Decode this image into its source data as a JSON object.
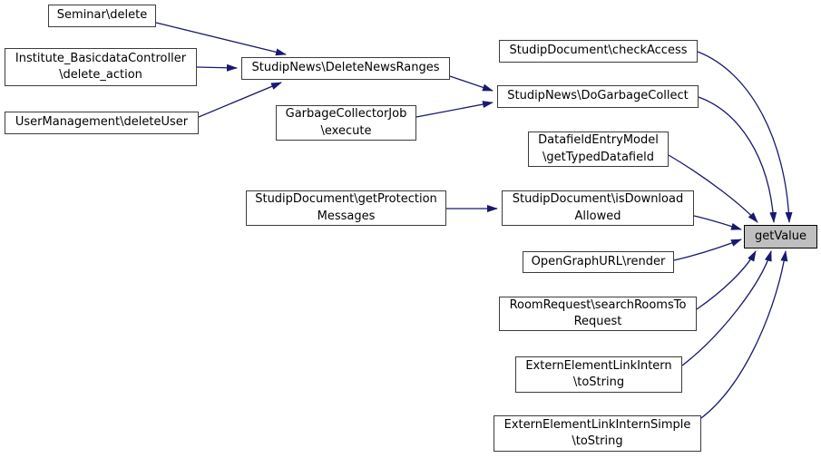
{
  "graph": {
    "type": "caller-graph",
    "focus_node": "getValue",
    "colors": {
      "edge": "#191970",
      "node_fill": "#ffffff",
      "node_border": "#3c3c3c",
      "focus_fill": "#bfbfbf",
      "focus_border": "#000000",
      "text": "#000000"
    },
    "nodes": [
      {
        "id": "seminar-delete",
        "lines": [
          "Seminar\\delete"
        ]
      },
      {
        "id": "institute-basicdatacontroller-delete-action",
        "lines": [
          "Institute_BasicdataController",
          "\\delete_action"
        ]
      },
      {
        "id": "usermanagement-deleteuser",
        "lines": [
          "UserManagement\\deleteUser"
        ]
      },
      {
        "id": "studipnews-deletenewsranges",
        "lines": [
          "StudipNews\\DeleteNewsRanges"
        ]
      },
      {
        "id": "garbagecollectorjob-execute",
        "lines": [
          "GarbageCollectorJob",
          "\\execute"
        ]
      },
      {
        "id": "studipdocument-checkaccess",
        "lines": [
          "StudipDocument\\checkAccess"
        ]
      },
      {
        "id": "studipnews-dogarbagecollect",
        "lines": [
          "StudipNews\\DoGarbageCollect"
        ]
      },
      {
        "id": "datafieldentrymodel-gettypeddatafield",
        "lines": [
          "DatafieldEntryModel",
          "\\getTypedDatafield"
        ]
      },
      {
        "id": "studipdocument-getprotectionmessages",
        "lines": [
          "StudipDocument\\getProtection",
          "Messages"
        ]
      },
      {
        "id": "studipdocument-isdownloadallowed",
        "lines": [
          "StudipDocument\\isDownload",
          "Allowed"
        ]
      },
      {
        "id": "opengraphurl-render",
        "lines": [
          "OpenGraphURL\\render"
        ]
      },
      {
        "id": "roomrequest-searchroomstorequest",
        "lines": [
          "RoomRequest\\searchRoomsTo",
          "Request"
        ]
      },
      {
        "id": "externelementlinkintern-tostring",
        "lines": [
          "ExternElementLinkIntern",
          "\\toString"
        ]
      },
      {
        "id": "externelementlinkinternsimple-tostring",
        "lines": [
          "ExternElementLinkInternSimple",
          "\\toString"
        ]
      },
      {
        "id": "getvalue",
        "lines": [
          "getValue"
        ]
      }
    ],
    "edges": [
      {
        "from": "seminar-delete",
        "to": "studipnews-deletenewsranges"
      },
      {
        "from": "institute-basicdatacontroller-delete-action",
        "to": "studipnews-deletenewsranges"
      },
      {
        "from": "usermanagement-deleteuser",
        "to": "studipnews-deletenewsranges"
      },
      {
        "from": "studipnews-deletenewsranges",
        "to": "studipnews-dogarbagecollect"
      },
      {
        "from": "garbagecollectorjob-execute",
        "to": "studipnews-dogarbagecollect"
      },
      {
        "from": "studipdocument-getprotectionmessages",
        "to": "studipdocument-isdownloadallowed"
      },
      {
        "from": "studipdocument-checkaccess",
        "to": "getvalue"
      },
      {
        "from": "studipnews-dogarbagecollect",
        "to": "getvalue"
      },
      {
        "from": "datafieldentrymodel-gettypeddatafield",
        "to": "getvalue"
      },
      {
        "from": "studipdocument-isdownloadallowed",
        "to": "getvalue"
      },
      {
        "from": "opengraphurl-render",
        "to": "getvalue"
      },
      {
        "from": "roomrequest-searchroomstorequest",
        "to": "getvalue"
      },
      {
        "from": "externelementlinkintern-tostring",
        "to": "getvalue"
      },
      {
        "from": "externelementlinkinternsimple-tostring",
        "to": "getvalue"
      }
    ]
  }
}
